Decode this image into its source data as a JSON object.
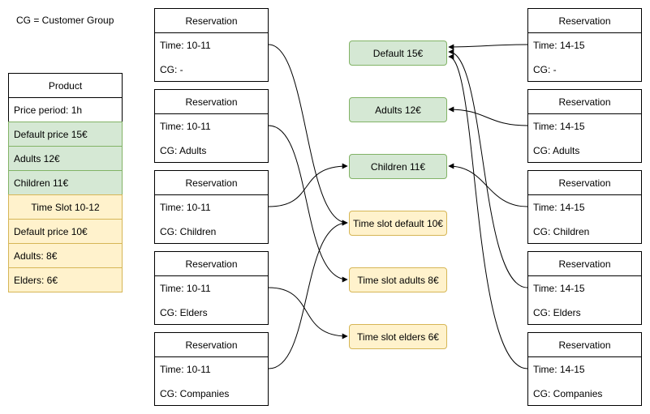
{
  "legend": "CG = Customer Group",
  "product": {
    "title": "Product",
    "price_period": "Price period: 1h",
    "default_price": "Default price 15€",
    "adults": "Adults 12€",
    "children": "Children 11€",
    "time_slot": "Time Slot 10-12",
    "slot_default_price": "Default price 10€",
    "slot_adults": "Adults: 8€",
    "slot_elders": "Elders: 6€"
  },
  "left_reservations": [
    {
      "title": "Reservation",
      "time": "Time: 10-11",
      "cg": "CG: -"
    },
    {
      "title": "Reservation",
      "time": "Time: 10-11",
      "cg": "CG: Adults"
    },
    {
      "title": "Reservation",
      "time": "Time: 10-11",
      "cg": "CG: Children"
    },
    {
      "title": "Reservation",
      "time": "Time: 10-11",
      "cg": "CG: Elders"
    },
    {
      "title": "Reservation",
      "time": "Time: 10-11",
      "cg": "CG: Companies"
    }
  ],
  "right_reservations": [
    {
      "title": "Reservation",
      "time": "Time: 14-15",
      "cg": "CG: -"
    },
    {
      "title": "Reservation",
      "time": "Time: 14-15",
      "cg": "CG: Adults"
    },
    {
      "title": "Reservation",
      "time": "Time: 14-15",
      "cg": "CG: Children"
    },
    {
      "title": "Reservation",
      "time": "Time: 14-15",
      "cg": "CG: Elders"
    },
    {
      "title": "Reservation",
      "time": "Time: 14-15",
      "cg": "CG: Companies"
    }
  ],
  "prices": {
    "default": "Default 15€",
    "adults": "Adults 12€",
    "children": "Children 11€",
    "slot_default": "Time slot default 10€",
    "slot_adults": "Time slot adults 8€",
    "slot_elders": "Time slot elders 6€"
  },
  "colors": {
    "green_fill": "#d5e8d4",
    "green_stroke": "#82b366",
    "yellow_fill": "#fff2cc",
    "yellow_stroke": "#d6b656"
  }
}
